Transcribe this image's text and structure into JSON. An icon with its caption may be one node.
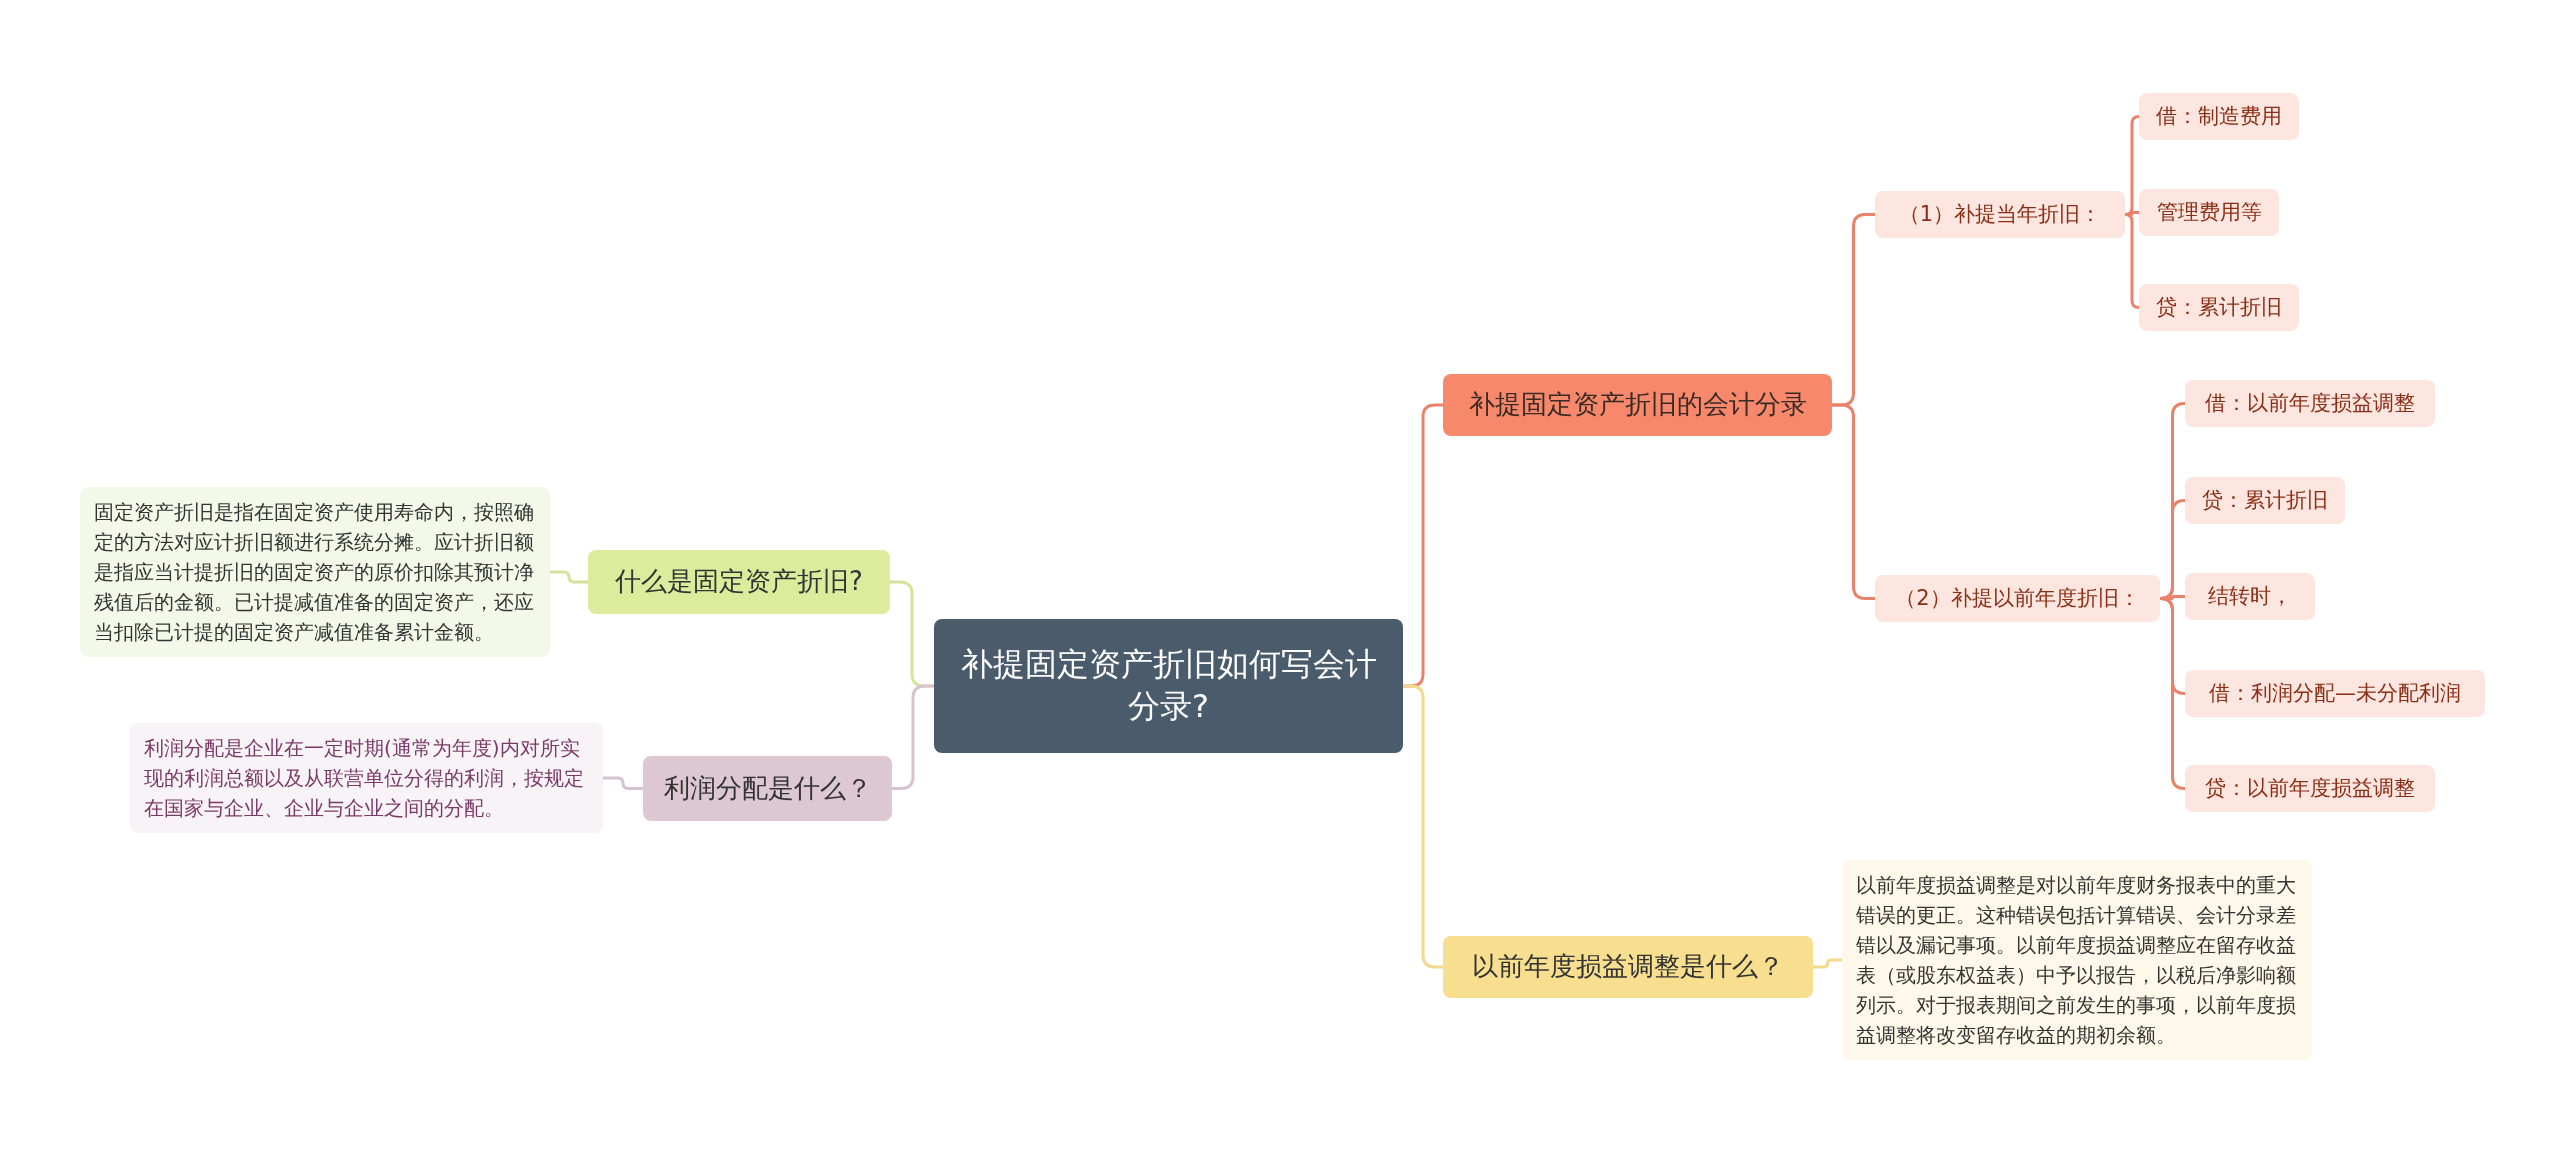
{
  "diagram": {
    "nodes": [
      {
        "text": [
          "补提固定资产折旧如何写会计分录?"
        ]
      },
      {
        "text": [
          "补提固定资产折旧的会计分录"
        ]
      },
      {
        "text": [
          "（1）补提当年折旧："
        ]
      },
      {
        "text": [
          "借：制造费用"
        ]
      },
      {
        "text": [
          "管理费用等"
        ]
      },
      {
        "text": [
          "贷：累计折旧"
        ]
      },
      {
        "text": [
          "（2）补提以前年度折旧："
        ]
      },
      {
        "text": [
          "借：以前年度损益调整"
        ]
      },
      {
        "text": [
          "贷：累计折旧"
        ]
      },
      {
        "text": [
          "结转时，"
        ]
      },
      {
        "text": [
          "借：利润分配—未分配利润"
        ]
      },
      {
        "text": [
          "贷：以前年度损益调整"
        ]
      },
      {
        "text": [
          "以前年度损益调整是什么？"
        ]
      },
      {
        "text": [
          "以前年度损益调整是对以前年度财务报表中的重大错误的更正。这种错误包括计算错误、会计分录差错以及漏记事项。以前年度损益调整应在留存收益表（或股东权益表）中予以报告，以税后净影响额列示。对于报表期间之前发生的事项，以前年度损益调整将改变留存收益的期初余额。"
        ]
      },
      {
        "text": [
          "什么是固定资产折旧?"
        ]
      },
      {
        "text": [
          "固定资产折旧是指在固定资产使用寿命内，按照确定的方法对应计折旧额进行系统分摊。应计折旧额是指应当计提折旧的固定资产的原价扣除其预计净残值后的金额。已计提减值准备的固定资产，还应当扣除已计提的固定资产减值准备累计金额。"
        ]
      },
      {
        "text": [
          "利润分配是什么？"
        ]
      },
      {
        "text": [
          "利润分配是企业在一定时期(通常为年度)内对所实现的利润总额以及从联营单位分得的利润，按规定在国家与企业、企业与企业之间的分配。"
        ]
      }
    ],
    "edges": [
      {
        "from": 0,
        "to": 1,
        "arrow": "none"
      },
      {
        "from": 1,
        "to": 2,
        "arrow": "none"
      },
      {
        "from": 2,
        "to": 3,
        "arrow": "none"
      },
      {
        "from": 2,
        "to": 4,
        "arrow": "none"
      },
      {
        "from": 2,
        "to": 5,
        "arrow": "none"
      },
      {
        "from": 1,
        "to": 6,
        "arrow": "none"
      },
      {
        "from": 6,
        "to": 7,
        "arrow": "none"
      },
      {
        "from": 6,
        "to": 8,
        "arrow": "none"
      },
      {
        "from": 6,
        "to": 9,
        "arrow": "none"
      },
      {
        "from": 6,
        "to": 10,
        "arrow": "none"
      },
      {
        "from": 6,
        "to": 11,
        "arrow": "none"
      },
      {
        "from": 0,
        "to": 12,
        "arrow": "none",
        "color": "#f3d98c"
      },
      {
        "from": 12,
        "to": 13,
        "arrow": "none",
        "color": "#f3d98c"
      },
      {
        "from": 0,
        "to": 14,
        "arrow": "none",
        "color": "#d3e49a"
      },
      {
        "from": 14,
        "to": 15,
        "arrow": "none",
        "color": "#d3e49a"
      },
      {
        "from": 0,
        "to": 16,
        "arrow": "none",
        "color": "#d9c2cf"
      },
      {
        "from": 16,
        "to": 17,
        "arrow": "none",
        "color": "#d9c2cf"
      }
    ]
  }
}
